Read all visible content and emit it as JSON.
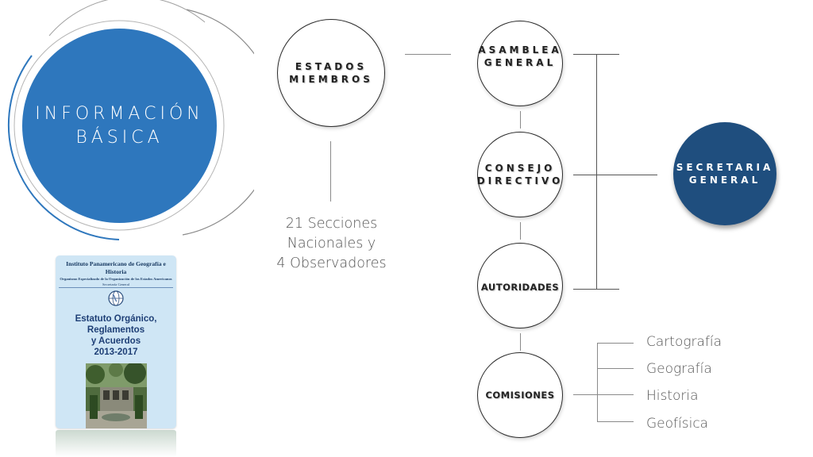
{
  "title": {
    "line1": "INFORMACIÓN",
    "line2": "BÁSICA"
  },
  "book": {
    "org": "Instituto Panamericano de Geografía e Historia",
    "subtitle": "Organismo Especializado de la Organización de los Estados Americanos",
    "secretaria": "Secretaría General",
    "title_lines": [
      "Estatuto Orgánico,",
      "Reglamentos",
      "y Acuerdos",
      "2013-2017"
    ]
  },
  "nodes": {
    "estados": "ESTADOS\nMIEMBROS",
    "asamblea": "ASAMBLEA\nGENERAL",
    "consejo": "CONSEJO\nDIRECTIVO",
    "autoridades": "AUTORIDADES",
    "comisiones": "COMISIONES",
    "secretaria": "SECRETARIA\nGENERAL"
  },
  "secciones": {
    "line1": "21 Secciones",
    "line2": "Nacionales y",
    "line3": "4 Observadores"
  },
  "comisiones_list": [
    "Cartografía",
    "Geografía",
    "Historia",
    "Geofísica"
  ],
  "colors": {
    "title_circle": "#2e77bd",
    "secretaria_fill": "#1f4e7e",
    "book_bg": "#cfe6f5"
  }
}
